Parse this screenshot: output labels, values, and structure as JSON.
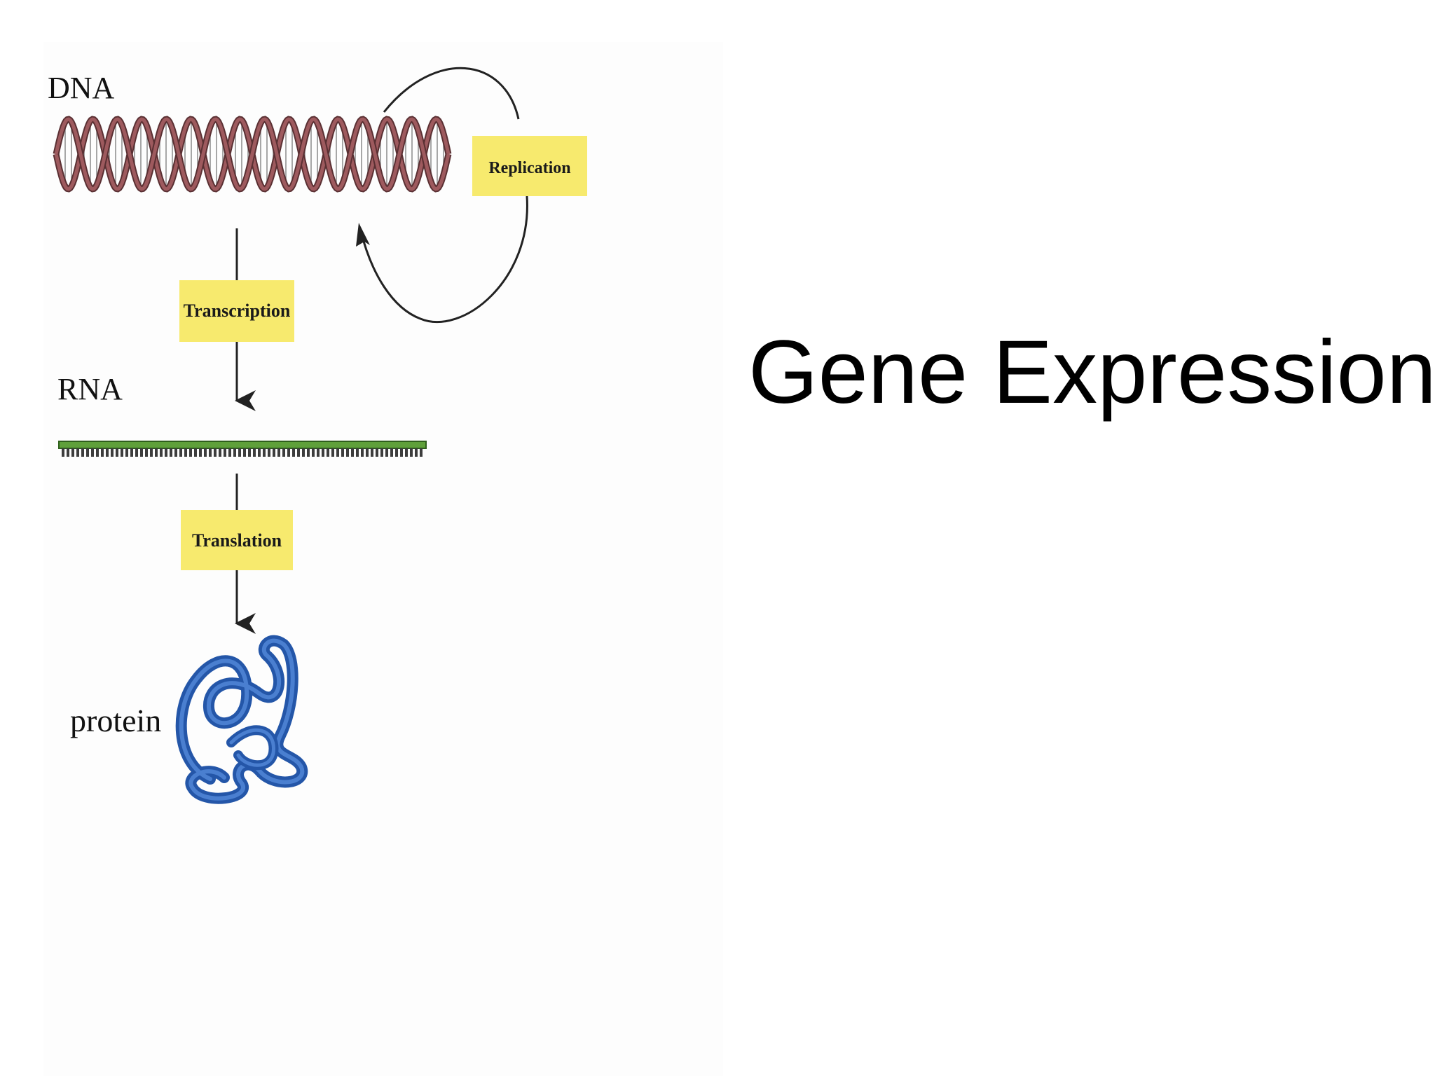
{
  "slide": {
    "title": "Gene Expression"
  },
  "diagram": {
    "labels": {
      "dna": "DNA",
      "rna": "RNA",
      "protein": "protein"
    },
    "steps": {
      "replication": "Replication",
      "transcription": "Transcription",
      "translation": "Translation"
    }
  },
  "colors": {
    "step_box": "#f7ea6e",
    "dna_strand": "#9e5a5e",
    "rna_strand": "#5fa03a",
    "protein": "#2456a8",
    "arrow": "#222222"
  }
}
